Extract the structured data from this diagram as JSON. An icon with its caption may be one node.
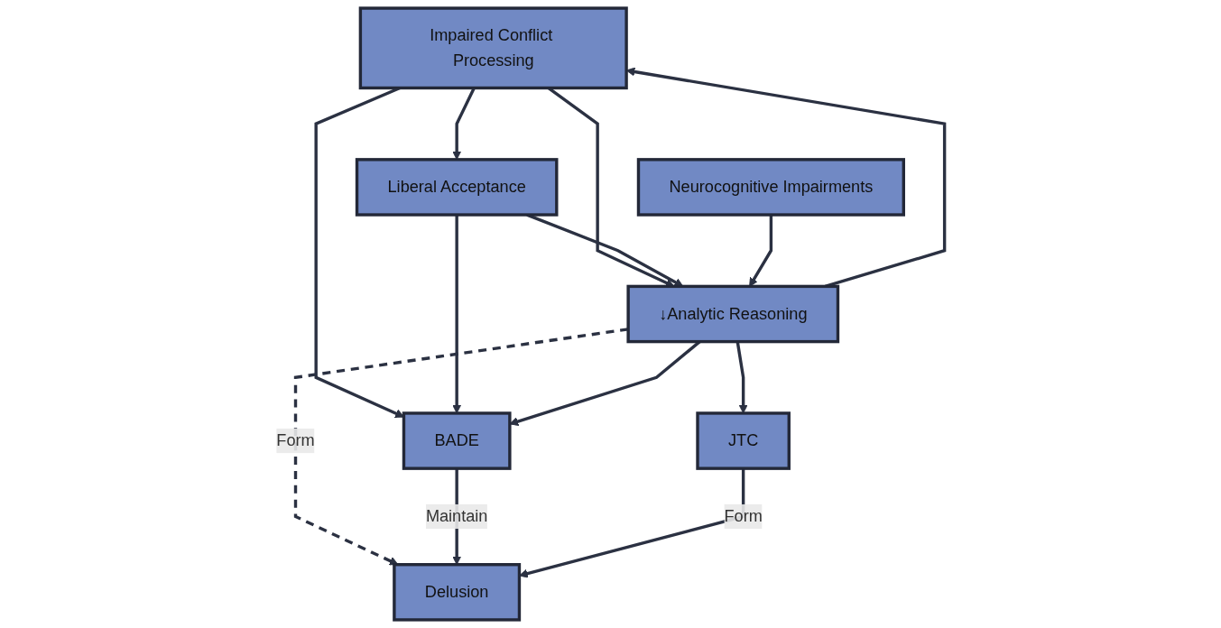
{
  "diagram": {
    "nodes": [
      {
        "text": [
          "Impaired Conflict Processing"
        ]
      },
      {
        "text": [
          "Liberal Acceptance"
        ]
      },
      {
        "text": [
          "Neurocognitive Impairments"
        ]
      },
      {
        "text": [
          "↓Analytic Reasoning"
        ]
      },
      {
        "text": [
          "BADE"
        ]
      },
      {
        "text": [
          "JTC"
        ]
      },
      {
        "text": [
          "Delusion"
        ]
      }
    ],
    "edges": [
      {
        "from": 3,
        "to": 0,
        "arrow": "to"
      },
      {
        "from": 0,
        "to": 3,
        "arrow": "to"
      },
      {
        "from": 0,
        "to": 1,
        "arrow": "to"
      },
      {
        "from": 0,
        "to": 4,
        "arrow": "to"
      },
      {
        "from": 1,
        "to": 3,
        "arrow": "to"
      },
      {
        "from": 1,
        "to": 4,
        "arrow": "to"
      },
      {
        "from": 2,
        "to": 3,
        "arrow": "to"
      },
      {
        "from": 3,
        "to": 4,
        "arrow": "to"
      },
      {
        "from": 3,
        "to": 6,
        "arrow": "to",
        "label": "Form",
        "style": "dashed"
      },
      {
        "from": 4,
        "to": 6,
        "arrow": "to",
        "label": "Maintain"
      },
      {
        "from": 3,
        "to": 5,
        "arrow": "to"
      },
      {
        "from": 5,
        "to": 6,
        "arrow": "to",
        "label": "Form"
      }
    ]
  }
}
